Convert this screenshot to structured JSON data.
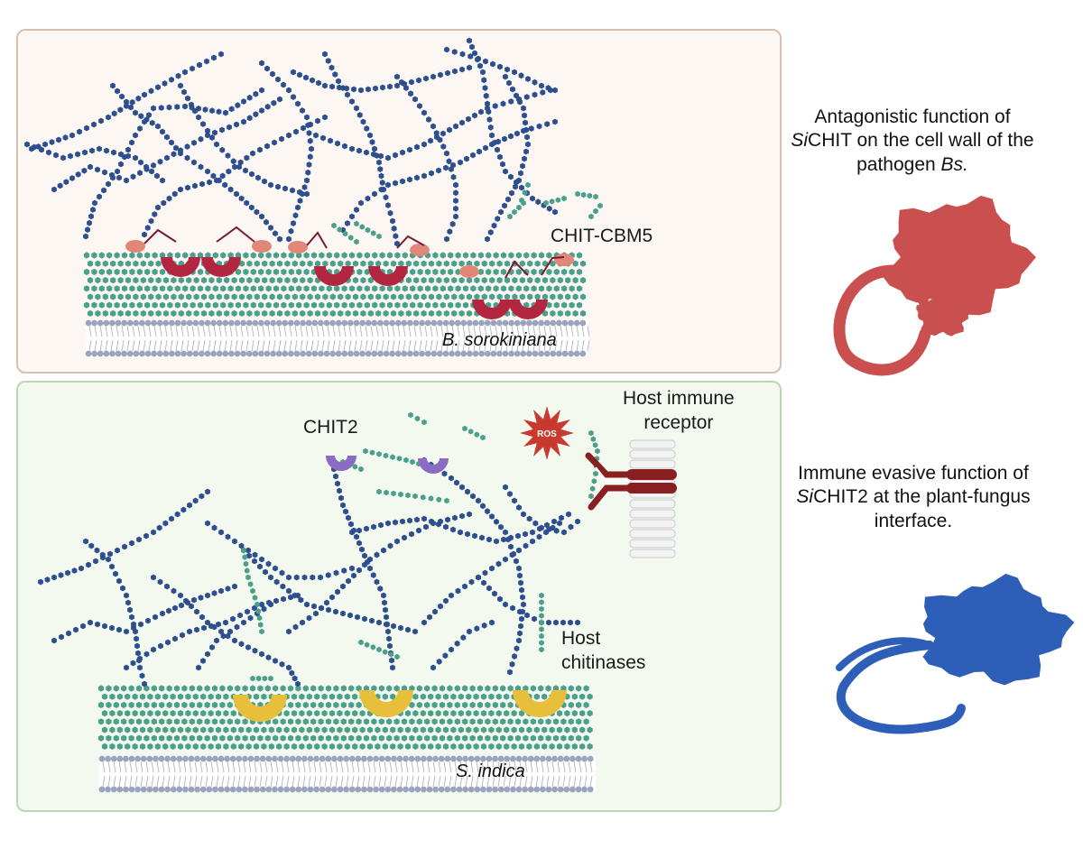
{
  "top_panel": {
    "protein_label": "CHIT-CBM5",
    "organism_label": "B. sorokiniana"
  },
  "bottom_panel": {
    "protein_label": "CHIT2",
    "receptor_label": [
      "Host immune",
      "receptor"
    ],
    "ros_label": "ROS",
    "host_enzyme_label": [
      "Host",
      "chitinases"
    ],
    "organism_label": "S. indica"
  },
  "side_captions": {
    "top": {
      "pre": "Antagonistic function of ",
      "italic": "Si",
      "mid": "CHIT on the cell wall of the pathogen ",
      "italic2": "Bs.",
      "tail": ""
    },
    "bottom": {
      "pre": "Immune evasive function of ",
      "italic": "Si",
      "mid": "CHIT2 at the plant-fungus interface.",
      "italic2": "",
      "tail": ""
    }
  },
  "colors": {
    "glucan_chain": "#2e4f8f",
    "chitin": "#4aa08a",
    "chit_cbm5_catalytic": "#b3263f",
    "chit_cbm5_binding": "#e0877a",
    "chit2": "#8b6cc4",
    "host_chitinase": "#e8bf3a",
    "ros": "#c83a2e",
    "receptor": "#8a1f22",
    "protein_top": "#c9504f",
    "protein_bottom": "#2e5fb8"
  },
  "icons": [
    "cell-membrane-icon",
    "chitin-layer-icon",
    "glucan-network-icon",
    "protein-structure-icon",
    "ros-burst-icon",
    "immune-receptor-icon"
  ]
}
